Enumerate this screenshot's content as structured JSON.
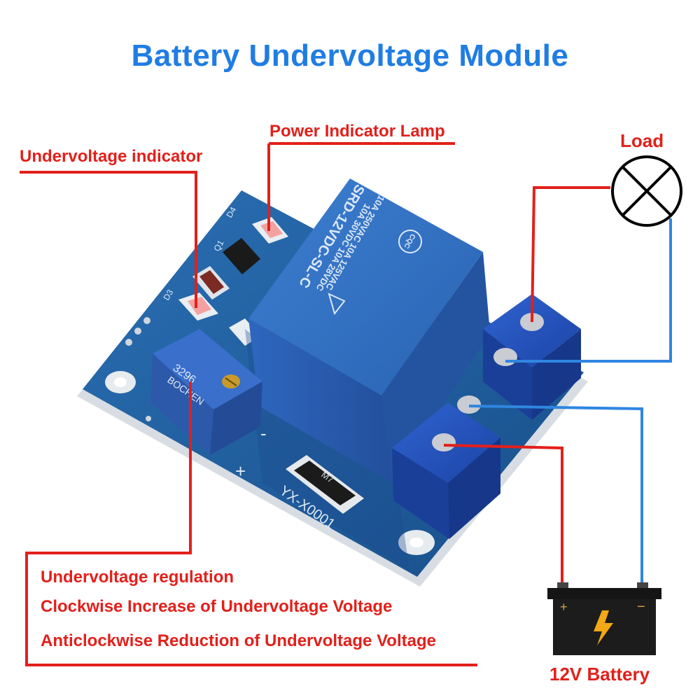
{
  "title": "Battery Undervoltage Module",
  "labels": {
    "power_indicator": "Power Indicator Lamp",
    "undervoltage_indicator": "Undervoltage indicator",
    "load": "Load",
    "regulation": "Undervoltage regulation",
    "clockwise": "Clockwise Increase of Undervoltage Voltage",
    "anticlockwise": "Anticlockwise Reduction of Undervoltage Voltage",
    "battery": "12V Battery"
  },
  "board": {
    "relay_lines": [
      "SRD-12VDC-SL-C",
      "10A 250VAC 10A 125VAC",
      "10A 30VDC 10A 28VDC"
    ],
    "relay_brand": "CQC",
    "pcb_marking": "YX-X0001",
    "diode_marking": "M7",
    "pot_marking": "3296",
    "pot_brand": "BOCHEN",
    "silk_d4": "D4",
    "silk_d3": "D3",
    "silk_q1": "Q1",
    "silk_plus": "+",
    "silk_minus": "-"
  },
  "colors": {
    "title": "#1f7de3",
    "label": "#e2201b",
    "red_wire": "#e2201b",
    "blue_wire": "#2f86e0",
    "pcb": "#1f5e9e",
    "relay": "#2f6fc0",
    "terminal": "#2050b8"
  },
  "icons": [
    "lamp-icon",
    "battery-icon",
    "lightning-icon"
  ]
}
